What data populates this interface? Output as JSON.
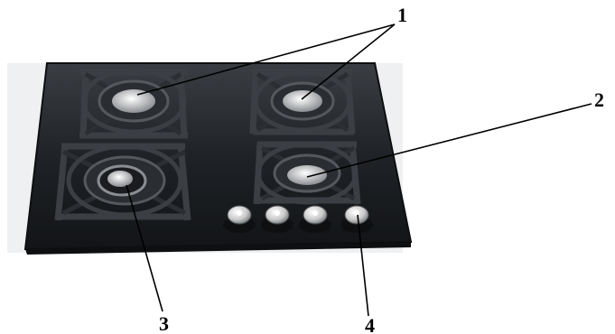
{
  "callouts": [
    {
      "id": "1",
      "label": "1"
    },
    {
      "id": "2",
      "label": "2"
    },
    {
      "id": "3",
      "label": "3"
    },
    {
      "id": "4",
      "label": "4"
    }
  ],
  "colors": {
    "background": "#ffffff",
    "glass": "#1f2226",
    "glass_edge": "#0d0f11",
    "grate": "#26292d",
    "burner_cap": "#e8e8e8",
    "knob": "#d0d0d0",
    "leader_line": "#000000"
  },
  "icons": [
    "gas-hob-illustration",
    "burner-icon",
    "control-knob-icon"
  ]
}
